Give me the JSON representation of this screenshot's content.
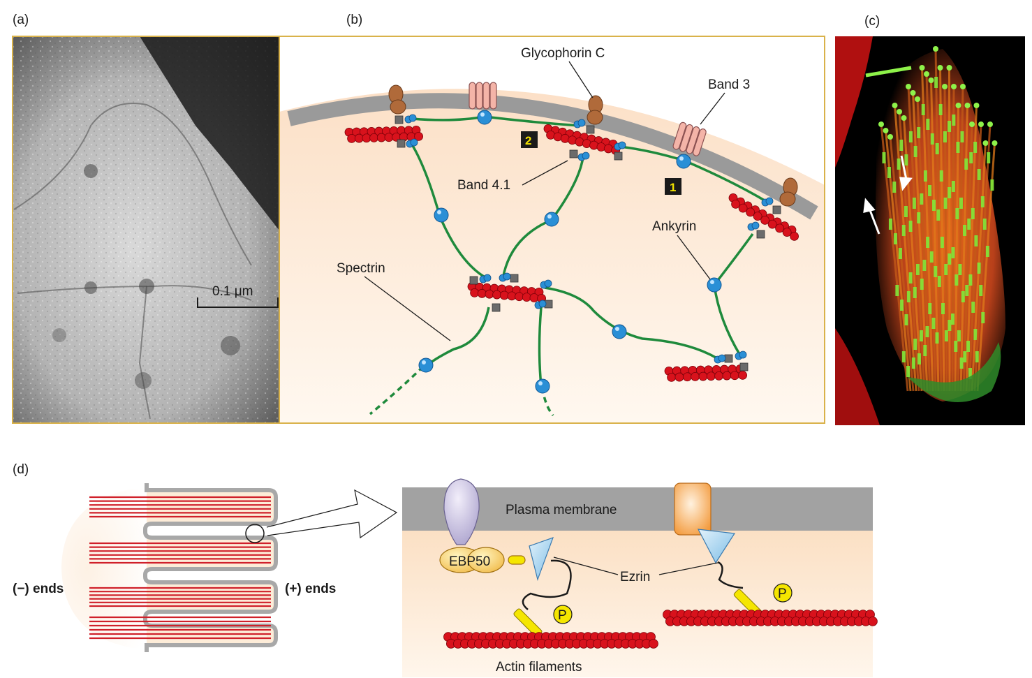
{
  "panels": {
    "a": {
      "label": "(a)",
      "scale_bar": "0.1 μm"
    },
    "b": {
      "label": "(b)",
      "labels": {
        "glycophorin": "Glycophorin C",
        "band3": "Band 3",
        "band41": "Band 4.1",
        "ankyrin": "Ankyrin",
        "spectrin": "Spectrin"
      },
      "badges": [
        "1",
        "2"
      ]
    },
    "c": {
      "label": "(c)"
    },
    "d": {
      "label": "(d)",
      "labels": {
        "minus_ends": "(−) ends",
        "plus_ends": "(+) ends",
        "plasma_membrane": "Plasma membrane",
        "ebp50": "EBP50",
        "ezrin": "Ezrin",
        "actin": "Actin filaments",
        "phospho": "P"
      }
    }
  },
  "colors": {
    "actin": "#d8121c",
    "spectrin": "#1f8a3c",
    "ankyrin": "#2a8fd6",
    "membrane": "#9c9c9c",
    "cytoplasm": "#fbe3cc",
    "band3": "#f4b4a8",
    "glycophorin": "#b06a3a",
    "ezrin": "#a8d4ee",
    "phospho": "#f5e600"
  }
}
